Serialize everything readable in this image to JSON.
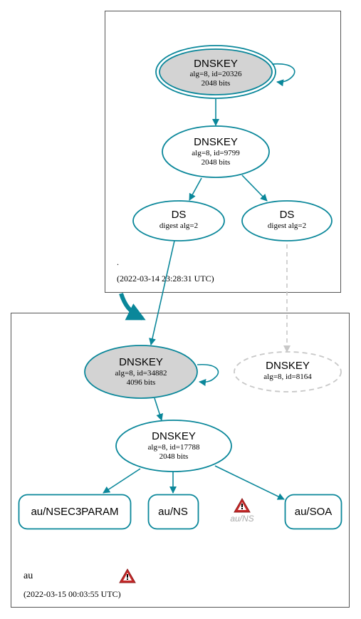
{
  "colors": {
    "edge": "#0a879a",
    "ksk_fill": "#d3d3d3",
    "missing": "#c8c8c8",
    "warning": "#c62828"
  },
  "root_zone": {
    "name": ".",
    "timestamp": "(2022-03-14 23:28:31 UTC)",
    "ksk": {
      "title": "DNSKEY",
      "line1": "alg=8, id=20326",
      "line2": "2048 bits"
    },
    "zsk": {
      "title": "DNSKEY",
      "line1": "alg=8, id=9799",
      "line2": "2048 bits"
    },
    "ds1": {
      "title": "DS",
      "line1": "digest alg=2"
    },
    "ds2": {
      "title": "DS",
      "line1": "digest alg=2"
    }
  },
  "au_zone": {
    "name": "au",
    "timestamp": "(2022-03-15 00:03:55 UTC)",
    "ksk": {
      "title": "DNSKEY",
      "line1": "alg=8, id=34882",
      "line2": "4096 bits"
    },
    "missing_key": {
      "title": "DNSKEY",
      "line1": "alg=8, id=8164"
    },
    "zsk": {
      "title": "DNSKEY",
      "line1": "alg=8, id=17788",
      "line2": "2048 bits"
    },
    "rrsets": {
      "nsec3param": "au/NSEC3PARAM",
      "ns": "au/NS",
      "soa": "au/SOA"
    },
    "warning_label": "au/NS",
    "icons": [
      "warning-icon",
      "warning-icon"
    ]
  }
}
